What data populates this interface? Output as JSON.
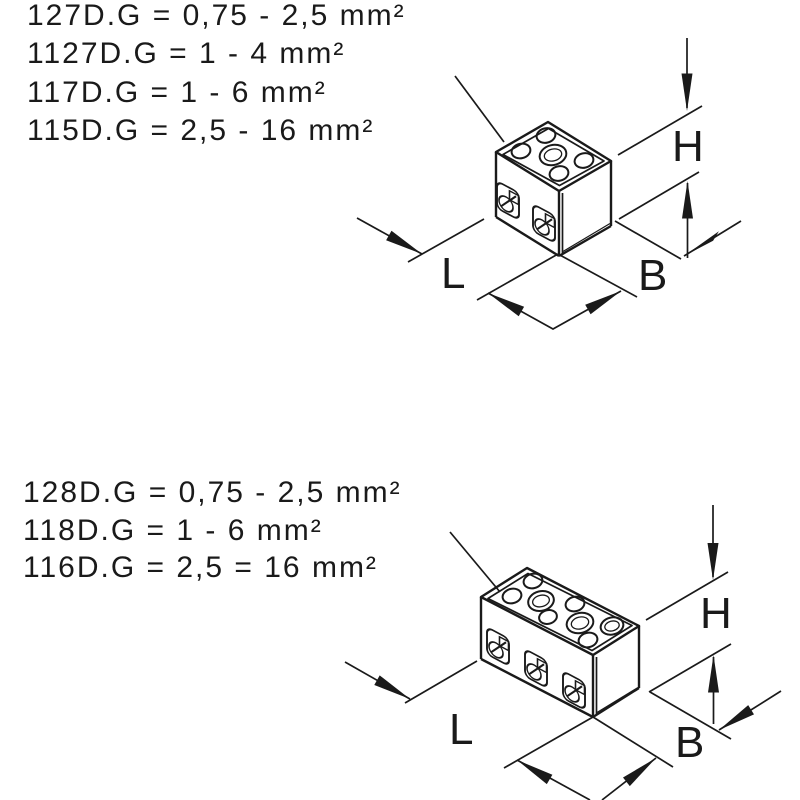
{
  "page": {
    "background": "#ffffff",
    "ink": "#1a1a1a"
  },
  "top_diagram": {
    "products": [
      "127D.G = 0,75 - 2,5 mm²",
      "1127D.G = 1 - 4 mm²",
      "117D.G = 1 - 6 mm²",
      "115D.G = 2,5 - 16 mm²"
    ],
    "dims": {
      "height": "H",
      "length": "L",
      "width": "B"
    }
  },
  "bottom_diagram": {
    "products": [
      "128D.G = 0,75 - 2,5 mm²",
      "118D.G = 1 - 6 mm²",
      "116D.G = 2,5 = 16 mm²"
    ],
    "dims": {
      "height": "H",
      "length": "L",
      "width": "B"
    }
  }
}
